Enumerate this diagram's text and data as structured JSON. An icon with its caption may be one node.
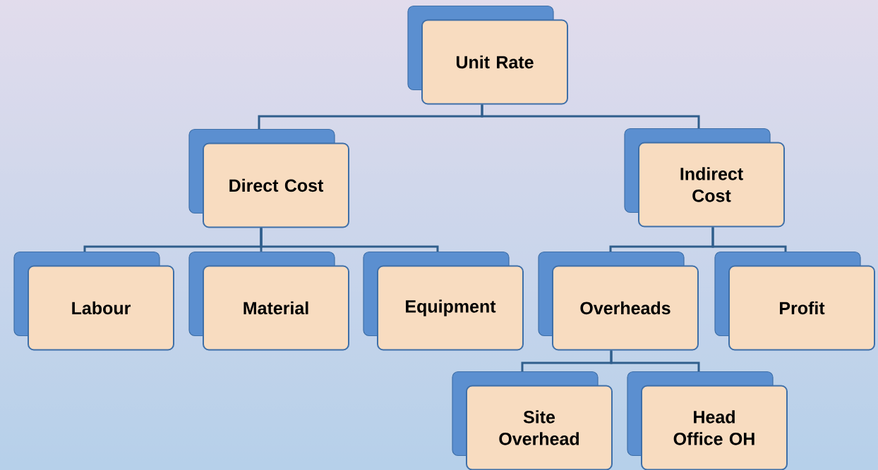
{
  "diagram": {
    "nodes": [
      {
        "text": [
          "Unit Rate"
        ]
      },
      {
        "text": [
          "Direct Cost"
        ]
      },
      {
        "text": [
          "Indirect Cost"
        ]
      },
      {
        "text": [
          "Labour"
        ]
      },
      {
        "text": [
          "Material"
        ]
      },
      {
        "text": [
          "Equipment"
        ]
      },
      {
        "text": [
          "Overheads"
        ]
      },
      {
        "text": [
          "Profit"
        ]
      },
      {
        "text": [
          "Site Overhead"
        ]
      },
      {
        "text": [
          "Head Office OH"
        ]
      }
    ],
    "edges": [
      {
        "from": 0,
        "to": 1,
        "arrow": "none"
      },
      {
        "from": 0,
        "to": 2,
        "arrow": "none"
      },
      {
        "from": 1,
        "to": 3,
        "arrow": "none"
      },
      {
        "from": 1,
        "to": 4,
        "arrow": "none"
      },
      {
        "from": 1,
        "to": 5,
        "arrow": "none"
      },
      {
        "from": 2,
        "to": 6,
        "arrow": "none"
      },
      {
        "from": 2,
        "to": 7,
        "arrow": "none"
      },
      {
        "from": 6,
        "to": 8,
        "arrow": "none"
      },
      {
        "from": 6,
        "to": 9,
        "arrow": "none"
      }
    ]
  }
}
